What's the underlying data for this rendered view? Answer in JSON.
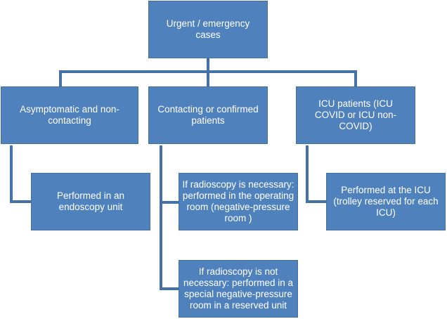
{
  "diagram": {
    "root": "Urgent / emergency cases",
    "branches": {
      "asymptomatic": "Asymptomatic and non-contacting",
      "contacting": "Contacting or confirmed patients",
      "icu": "ICU patients (ICU COVID or ICU non-COVID)"
    },
    "outcomes": {
      "endoscopy_unit": "Performed in an endoscopy unit",
      "operating_room": "If radioscopy is necessary: performed in the operating room (negative-pressure room )",
      "negative_pressure_room": "If radioscopy is not necessary: performed in a special negative-pressure room in a reserved unit",
      "icu_performed": "Performed at the ICU (trolley reserved for each ICU)"
    },
    "colors": {
      "box_fill": "#4f81bd",
      "box_border": "#41719c",
      "connector": "#4472a8",
      "text": "#ffffff"
    }
  }
}
